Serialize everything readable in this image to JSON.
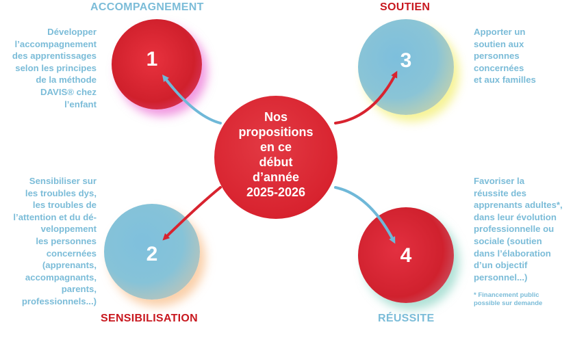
{
  "center": {
    "text": "Nos\npropositions\nen ce\ndébut\nd’année\n2025-2026"
  },
  "items": [
    {
      "number": "1",
      "heading": "ACCOMPAGNEMENT",
      "description": "Développer\nl’accompagnement\ndes apprentissages\nselon les principes\nde la méthode\nDAVIS® chez\nl’enfant"
    },
    {
      "number": "2",
      "heading": "SENSIBILISATION",
      "description": "Sensibiliser sur\nles troubles dys,\nles troubles de\nl’attention et du dé-\nveloppement\nles personnes\nconcernées\n(apprenants,\naccompagnants,\nparents,\nprofessionnels...)"
    },
    {
      "number": "3",
      "heading": "SOUTIEN",
      "description": "Apporter un\nsoutien aux\npersonnes\nconcernées\net aux familles"
    },
    {
      "number": "4",
      "heading": "RÉUSSITE",
      "description": "Favoriser la\nréussite des\napprenants adultes*,\ndans leur évolution\nprofessionnelle ou\nsociale (soutien\ndans l’élaboration\nd’un objectif\npersonnel...)",
      "note": "* Financement public\npossible sur demande"
    }
  ],
  "colors": {
    "red": "#d8232f",
    "blue": "#6fb8d8",
    "heading_red": "#c8181f",
    "heading_blue": "#7bbcd8"
  }
}
